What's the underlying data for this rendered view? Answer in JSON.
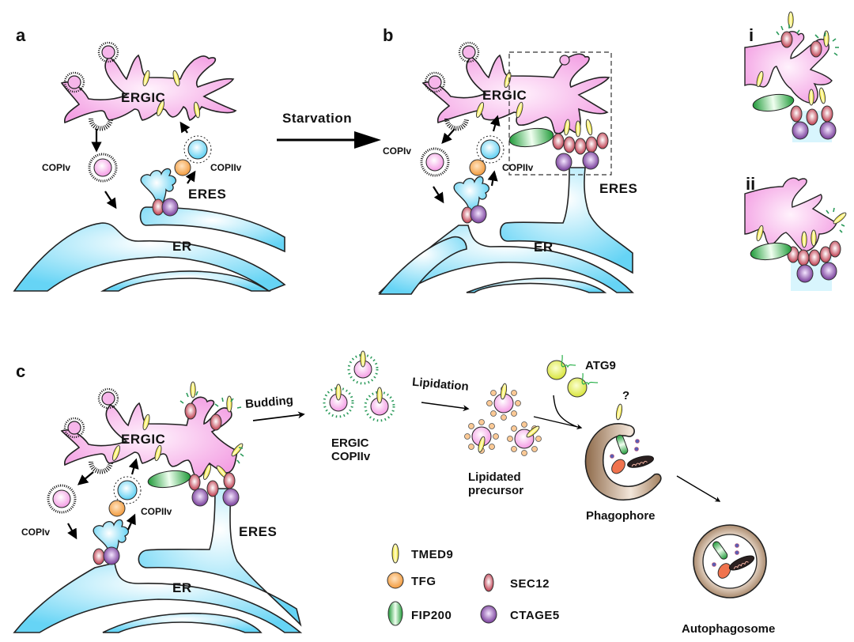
{
  "figure": {
    "panels": {
      "a": {
        "label": "a",
        "ergic": "ERGIC",
        "copiv": "COPIv",
        "copiiv": "COPIIv",
        "eres": "ERES",
        "er": "ER"
      },
      "transition": {
        "label": "Starvation"
      },
      "b": {
        "label": "b",
        "ergic": "ERGIC",
        "copiv": "COPIv",
        "copiiv": "COPIIv",
        "eres": "ERES",
        "er": "ER"
      },
      "i": {
        "label": "i"
      },
      "ii": {
        "label": "ii"
      },
      "c": {
        "label": "c",
        "ergic": "ERGIC",
        "copiv": "COPIv",
        "copiiv": "COPIIv",
        "eres": "ERES",
        "er": "ER",
        "budding": "Budding",
        "ergic_copiiv_line1": "ERGIC",
        "ergic_copiiv_line2": "COPIIv",
        "lipidation": "Lipidation",
        "lipidated_line1": "Lipidated",
        "lipidated_line2": "precursor",
        "atg9": "ATG9",
        "question": "?",
        "phagophore": "Phagophore",
        "autophagosome": "Autophagosome"
      }
    },
    "legend": [
      {
        "name": "TMED9",
        "color": "#f5ec3a",
        "shape": "thin-ellipse"
      },
      {
        "name": "TFG",
        "color": "#f5a04a",
        "shape": "circle"
      },
      {
        "name": "FIP200",
        "color": "#2aa040",
        "shape": "tall-ellipse"
      },
      {
        "name": "SEC12",
        "color": "#c8354a",
        "shape": "small-ellipse"
      },
      {
        "name": "CTAGE5",
        "color": "#7b3a9e",
        "shape": "circle"
      }
    ],
    "colors": {
      "ergic": "#f4a3e6",
      "er": "#7fd9f5",
      "copiiv_coat": "#2a9a5a",
      "phagophore": "#9b7659"
    }
  }
}
